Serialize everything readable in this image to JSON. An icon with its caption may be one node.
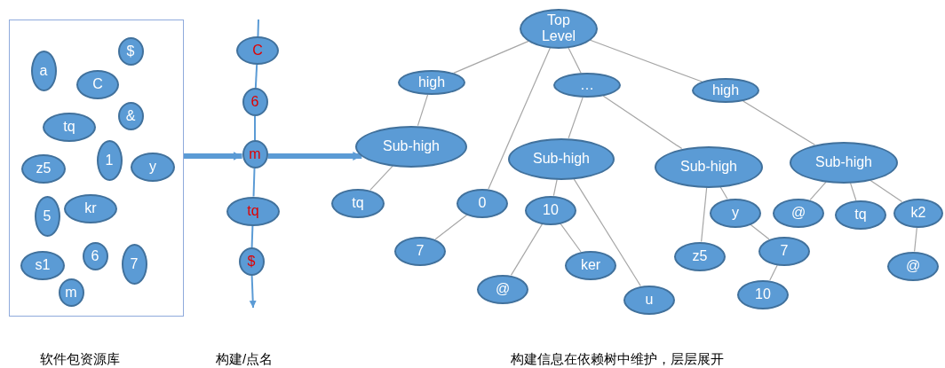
{
  "diagram": {
    "nodes": [
      {
        "text": [],
        "shape": "box"
      },
      {
        "text": [
          "$"
        ],
        "in": 0
      },
      {
        "text": [
          "a"
        ],
        "in": 0
      },
      {
        "text": [
          "C"
        ],
        "in": 0
      },
      {
        "text": [
          "&"
        ],
        "in": 0
      },
      {
        "text": [
          "tq"
        ],
        "in": 0
      },
      {
        "text": [
          "1"
        ],
        "in": 0
      },
      {
        "text": [
          "y"
        ],
        "in": 0
      },
      {
        "text": [
          "z5"
        ],
        "in": 0
      },
      {
        "text": [
          "kr"
        ],
        "in": 0
      },
      {
        "text": [
          "5"
        ],
        "in": 0
      },
      {
        "text": [
          "6"
        ],
        "in": 0
      },
      {
        "text": [
          "7"
        ],
        "in": 0
      },
      {
        "text": [
          "s1"
        ],
        "in": 0
      },
      {
        "text": [
          "m"
        ],
        "in": 0
      },
      {
        "text": [
          "C"
        ]
      },
      {
        "text": [
          "6"
        ]
      },
      {
        "text": [
          "m"
        ]
      },
      {
        "text": [
          "tq"
        ]
      },
      {
        "text": [
          "$"
        ]
      },
      {
        "text": [
          "Top Level"
        ]
      },
      {
        "text": [
          "high"
        ]
      },
      {
        "text": [
          "…"
        ]
      },
      {
        "text": [
          "high"
        ]
      },
      {
        "text": [
          "Sub-high"
        ]
      },
      {
        "text": [
          "Sub-high"
        ]
      },
      {
        "text": [
          "Sub-high"
        ]
      },
      {
        "text": [
          "Sub-high"
        ]
      },
      {
        "text": [
          "tq"
        ]
      },
      {
        "text": [
          "0"
        ]
      },
      {
        "text": [
          "10"
        ]
      },
      {
        "text": [
          "y"
        ]
      },
      {
        "text": [
          "@"
        ]
      },
      {
        "text": [
          "tq"
        ]
      },
      {
        "text": [
          "k2"
        ]
      },
      {
        "text": [
          "7"
        ]
      },
      {
        "text": [
          "z5"
        ]
      },
      {
        "text": [
          "7"
        ]
      },
      {
        "text": [
          "ker"
        ]
      },
      {
        "text": [
          "@"
        ]
      },
      {
        "text": [
          "10"
        ]
      },
      {
        "text": [
          "@"
        ]
      },
      {
        "text": [
          "u"
        ]
      }
    ],
    "edges": [
      {
        "from": 0,
        "to": 17,
        "arrow": "to",
        "style": "thick"
      },
      {
        "from": 17,
        "to": 24,
        "arrow": "to",
        "style": "thick"
      },
      {
        "from": null,
        "to": 15,
        "arrow": "none"
      },
      {
        "from": 15,
        "to": 16,
        "arrow": "none"
      },
      {
        "from": 16,
        "to": 17,
        "arrow": "none"
      },
      {
        "from": 17,
        "to": 18,
        "arrow": "none"
      },
      {
        "from": 18,
        "to": 19,
        "arrow": "none"
      },
      {
        "from": 19,
        "to": null,
        "arrow": "to"
      },
      {
        "from": 20,
        "to": 21,
        "arrow": "none"
      },
      {
        "from": 20,
        "to": 29,
        "arrow": "none"
      },
      {
        "from": 20,
        "to": 22,
        "arrow": "none"
      },
      {
        "from": 20,
        "to": 23,
        "arrow": "none"
      },
      {
        "from": 21,
        "to": 24,
        "arrow": "none"
      },
      {
        "from": 24,
        "to": 28,
        "arrow": "none"
      },
      {
        "from": 29,
        "to": 35,
        "arrow": "none"
      },
      {
        "from": 22,
        "to": 25,
        "arrow": "none"
      },
      {
        "from": 22,
        "to": 26,
        "arrow": "none"
      },
      {
        "from": 25,
        "to": 30,
        "arrow": "none"
      },
      {
        "from": 25,
        "to": 42,
        "arrow": "none"
      },
      {
        "from": 30,
        "to": 41,
        "arrow": "none"
      },
      {
        "from": 30,
        "to": 38,
        "arrow": "none"
      },
      {
        "from": 23,
        "to": 27,
        "arrow": "none"
      },
      {
        "from": 26,
        "to": 36,
        "arrow": "none"
      },
      {
        "from": 26,
        "to": 31,
        "arrow": "none"
      },
      {
        "from": 31,
        "to": 37,
        "arrow": "none"
      },
      {
        "from": 37,
        "to": 40,
        "arrow": "none"
      },
      {
        "from": 27,
        "to": 32,
        "arrow": "none"
      },
      {
        "from": 27,
        "to": 33,
        "arrow": "none"
      },
      {
        "from": 27,
        "to": 34,
        "arrow": "none"
      },
      {
        "from": 34,
        "to": 39,
        "arrow": "none"
      }
    ],
    "labels": [
      "软件包资源库",
      "构建/点名",
      "构建信息在依赖树中维护，层层展开"
    ]
  }
}
